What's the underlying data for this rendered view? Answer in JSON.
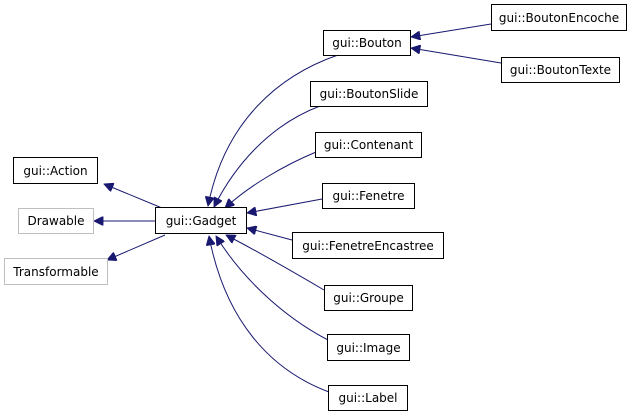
{
  "nodes": {
    "action": "gui::Action",
    "drawable": "Drawable",
    "transformable": "Transformable",
    "gadget": "gui::Gadget",
    "bouton": "gui::Bouton",
    "bouton_encoche": "gui::BoutonEncoche",
    "bouton_texte": "gui::BoutonTexte",
    "bouton_slide": "gui::BoutonSlide",
    "contenant": "gui::Contenant",
    "fenetre": "gui::Fenetre",
    "fenetre_encastree": "gui::FenetreEncastree",
    "groupe": "gui::Groupe",
    "image": "gui::Image",
    "label": "gui::Label"
  },
  "colors": {
    "edge": "#191970",
    "node_border": "#000000",
    "external_border": "#bfbfbf"
  }
}
